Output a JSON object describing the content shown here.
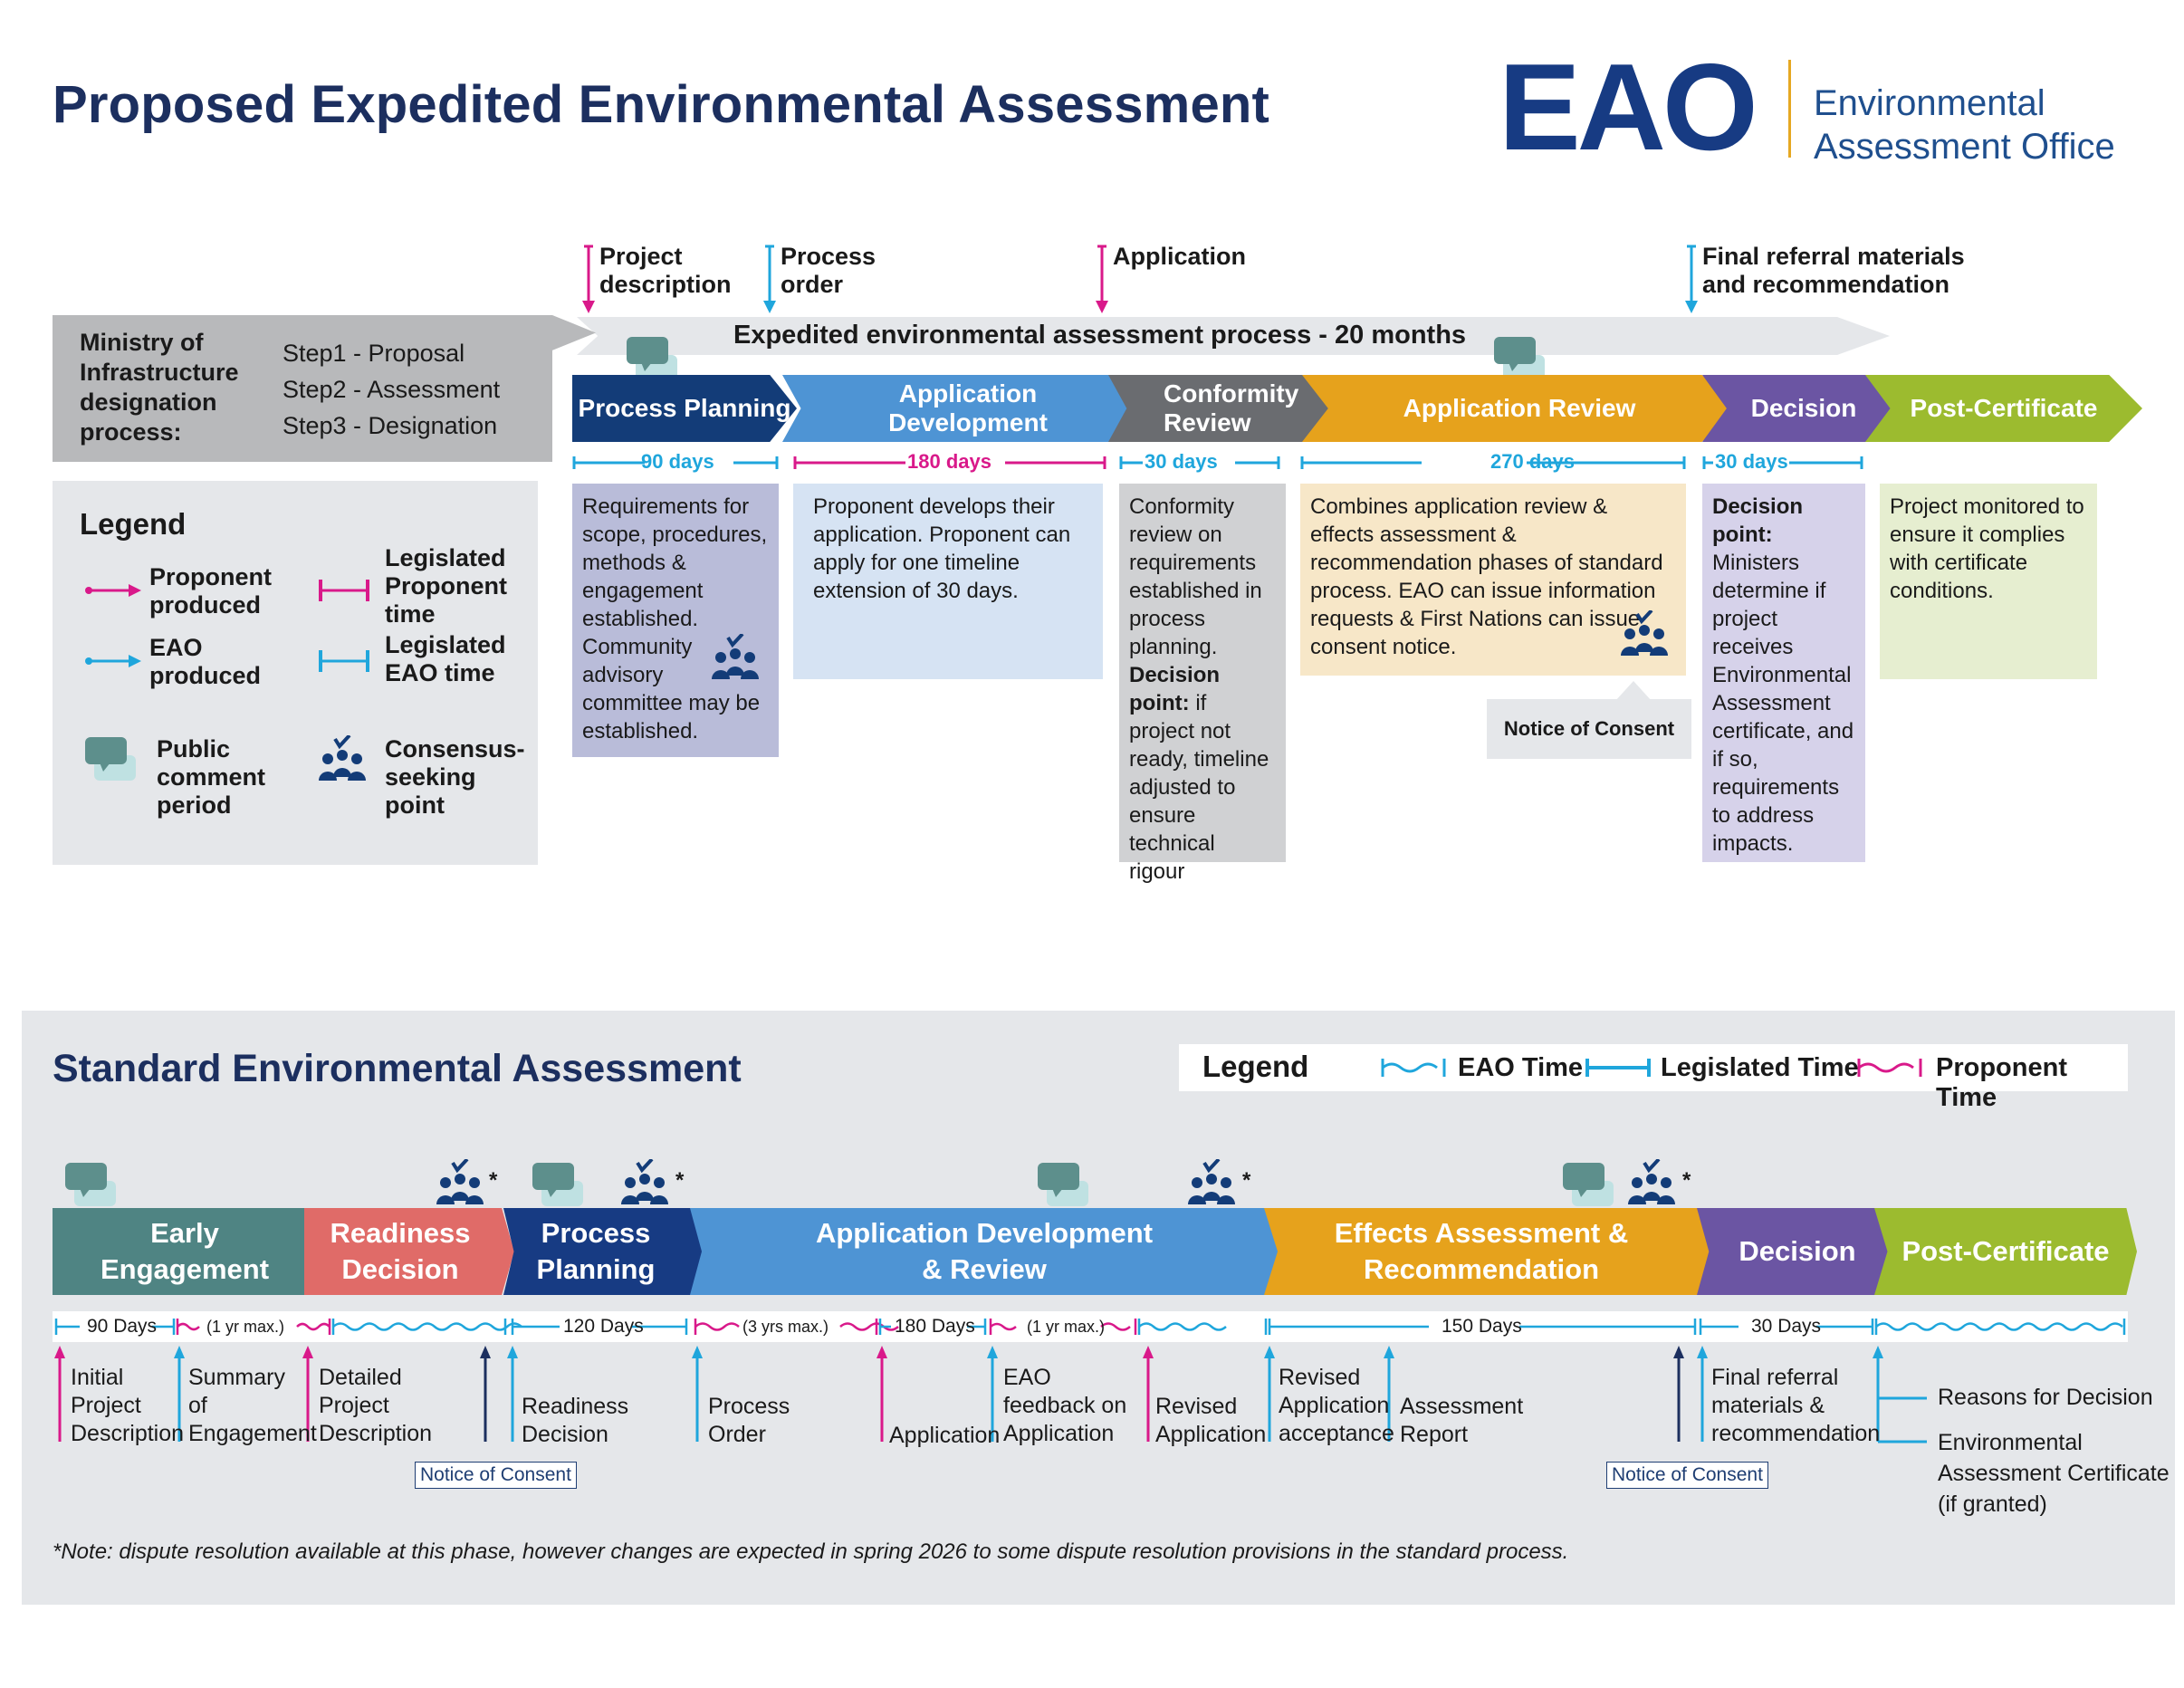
{
  "header": {
    "title": "Proposed Expedited Environmental Assessment",
    "logo_text": "EAO",
    "logo_subtitle_line1": "Environmental",
    "logo_subtitle_line2": "Assessment Office"
  },
  "milestones": [
    {
      "line1": "Project",
      "line2": "description",
      "type": "proponent"
    },
    {
      "line1": "Process",
      "line2": "order",
      "type": "eao"
    },
    {
      "line1": "Application",
      "line2": "",
      "type": "proponent"
    },
    {
      "line1": "Final referral materials",
      "line2": "and recommendation",
      "type": "eao"
    }
  ],
  "band_text": "Expedited environmental assessment process - 20 months",
  "ministry": {
    "label_lines": [
      "Ministry of",
      "Infrastructure",
      "designation",
      "process:"
    ],
    "steps": [
      "Step1 - Proposal",
      "Step2 - Assessment",
      "Step3 - Designation"
    ]
  },
  "expedited_phases": [
    {
      "label": "Process Planning",
      "duration": "90 days",
      "description": "Requirements for scope, procedures, methods & engagement established. Community advisory committee may be established."
    },
    {
      "label": "Application Development",
      "duration": "180 days",
      "description": "Proponent develops their application. Proponent can apply for one timeline extension of 30 days."
    },
    {
      "label": "Conformity Review",
      "duration": "30 days",
      "description": "Conformity review on requirements established in process planning.",
      "decision_label": "Decision point:",
      "decision_text": "if project not ready, timeline adjusted to ensure technical rigour"
    },
    {
      "label": "Application Review",
      "duration": "270 days",
      "description": "Combines application review & effects assessment & recommendation phases of standard process. EAO can issue information requests & First Nations can issue consent notice."
    },
    {
      "label": "Decision",
      "duration": "30 days",
      "decision_label": "Decision point:",
      "description": "Ministers determine if project receives Environmental Assessment certificate, and if so, requirements to address impacts."
    },
    {
      "label": "Post-Certificate",
      "duration": "",
      "description": "Project monitored to ensure it complies with certificate conditions."
    }
  ],
  "notice_of_consent": "Notice of Consent",
  "legend": {
    "title": "Legend",
    "items": [
      {
        "label": "Proponent produced",
        "icon": "proponent-arrow-icon"
      },
      {
        "label": "Legislated Proponent time",
        "icon": "proponent-time-bracket-icon"
      },
      {
        "label": "EAO produced",
        "icon": "eao-arrow-icon"
      },
      {
        "label": "Legislated EAO time",
        "icon": "eao-time-bracket-icon"
      },
      {
        "label": "Public comment period",
        "icon": "comment-bubble-icon"
      },
      {
        "label": "Consensus-seeking point",
        "icon": "consensus-people-icon"
      }
    ]
  },
  "standard": {
    "title": "Standard Environmental Assessment",
    "legend_title": "Legend",
    "legend_items": [
      "EAO Time",
      "Legislated Time",
      "Proponent Time"
    ],
    "phases": [
      {
        "label_line1": "Early",
        "label_line2": "Engagement"
      },
      {
        "label_line1": "Readiness",
        "label_line2": "Decision"
      },
      {
        "label_line1": "Process",
        "label_line2": "Planning"
      },
      {
        "label_line1": "Application Development",
        "label_line2": "& Review"
      },
      {
        "label_line1": "Effects Assessment &",
        "label_line2": "Recommendation"
      },
      {
        "label_line1": "Decision",
        "label_line2": ""
      },
      {
        "label_line1": "Post-Certificate",
        "label_line2": ""
      }
    ],
    "timeline_labels": [
      "90 Days",
      "(1 yr max.)",
      "120 Days",
      "(3 yrs max.)",
      "180 Days",
      "(1 yr max.)",
      "150 Days",
      "30 Days"
    ],
    "asterisk": "*",
    "outputs": [
      {
        "lines": [
          "Initial",
          "Project",
          "Description"
        ]
      },
      {
        "lines": [
          "Summary",
          "of",
          "Engagement"
        ]
      },
      {
        "lines": [
          "Detailed",
          "Project",
          "Description"
        ]
      },
      {
        "lines": [
          "Readiness",
          "Decision"
        ]
      },
      {
        "lines": [
          "Process",
          "Order"
        ]
      },
      {
        "lines": [
          "Application"
        ]
      },
      {
        "lines": [
          "EAO",
          "feedback on",
          "Application"
        ]
      },
      {
        "lines": [
          "Revised",
          "Application"
        ]
      },
      {
        "lines": [
          "Revised",
          "Application",
          "acceptance"
        ]
      },
      {
        "lines": [
          "Assessment",
          "Report"
        ]
      },
      {
        "lines": [
          "Final referral",
          "materials &",
          "recommendation"
        ]
      },
      {
        "lines": [
          "Reasons for Decision"
        ]
      },
      {
        "lines": [
          "Environmental",
          "Assessment Certificate",
          "(if granted)"
        ]
      }
    ],
    "notice_of_consent": "Notice of Consent",
    "note": "*Note: dispute resolution available at this phase, however changes are expected in spring 2026 to some dispute resolution provisions in the standard process."
  },
  "colors": {
    "navy": "#1c2f5f",
    "proponent": "#d9198a",
    "eao": "#1fa6dc",
    "process_planning": "#133c78",
    "application_development": "#4e94d4",
    "conformity_review": "#6a6c70",
    "application_review": "#e6a21c",
    "decision": "#6b55a3",
    "post_certificate": "#9cbb2f",
    "early_engagement": "#4f8483",
    "readiness_decision": "#e06b68"
  }
}
